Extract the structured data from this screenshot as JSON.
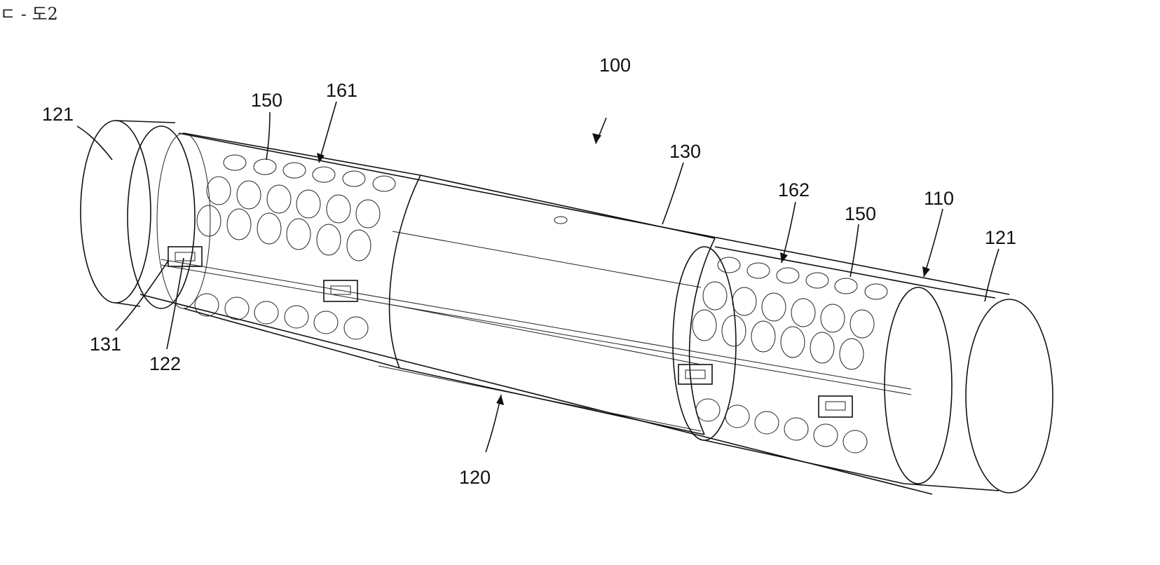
{
  "header": {
    "text": "ㄷ - 도2"
  },
  "labels": {
    "l100": "100",
    "l161": "161",
    "l150a": "150",
    "l121a": "121",
    "l130": "130",
    "l162": "162",
    "l150b": "150",
    "l110": "110",
    "l121b": "121",
    "l131": "131",
    "l122": "122",
    "l120": "120"
  }
}
